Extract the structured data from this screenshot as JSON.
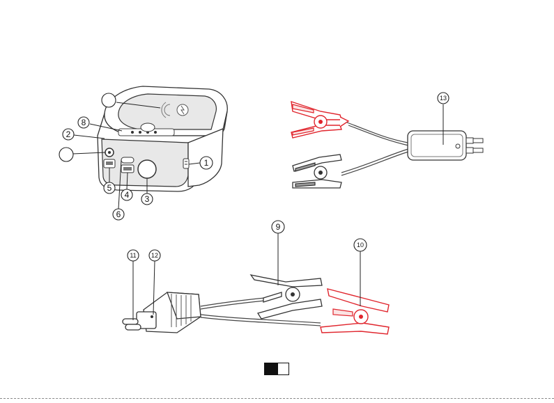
{
  "figure": {
    "callouts": [
      {
        "id": "c1",
        "label": "1"
      },
      {
        "id": "c2",
        "label": "2"
      },
      {
        "id": "c3",
        "label": "3"
      },
      {
        "id": "c4",
        "label": "4"
      },
      {
        "id": "c5",
        "label": "5"
      },
      {
        "id": "c6",
        "label": "6"
      },
      {
        "id": "c7",
        "label": ""
      },
      {
        "id": "c8",
        "label": "8"
      },
      {
        "id": "c9",
        "label": "9"
      },
      {
        "id": "c10",
        "label": "10"
      },
      {
        "id": "c11",
        "label": "11"
      },
      {
        "id": "c12",
        "label": "12"
      },
      {
        "id": "c13",
        "label": "13"
      },
      {
        "id": "c14",
        "label": ""
      }
    ]
  },
  "colors": {
    "clamp_red": "#e0242c",
    "outline": "#333333"
  }
}
